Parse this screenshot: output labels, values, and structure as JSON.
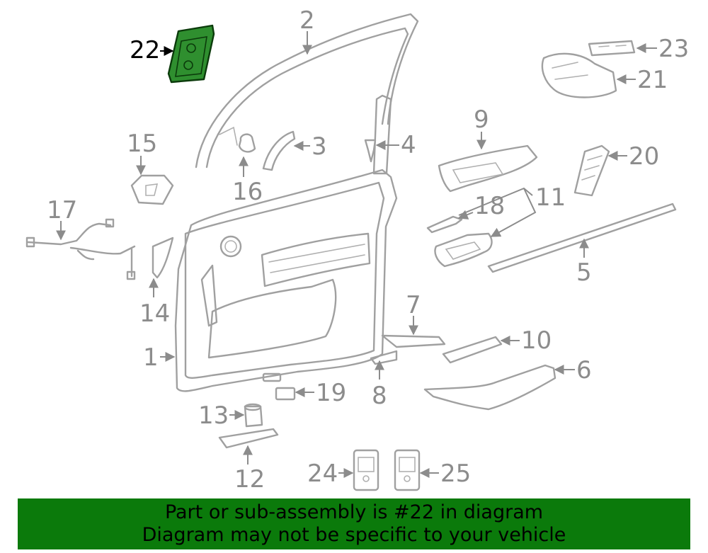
{
  "highlight": {
    "callout": "22",
    "color": "#2f8f2f",
    "outline_color": "#0b3b0b"
  },
  "callouts": {
    "c1": "1",
    "c2": "2",
    "c3": "3",
    "c4": "4",
    "c5": "5",
    "c6": "6",
    "c7": "7",
    "c8": "8",
    "c9": "9",
    "c10": "10",
    "c11": "11",
    "c12": "12",
    "c13": "13",
    "c14": "14",
    "c15": "15",
    "c16": "16",
    "c17": "17",
    "c18": "18",
    "c19": "19",
    "c20": "20",
    "c21": "21",
    "c22": "22",
    "c23": "23",
    "c24": "24",
    "c25": "25"
  },
  "banner": {
    "line1": "Part or sub-assembly is #22 in diagram",
    "line2": "Diagram may not be specific to your vehicle",
    "background": "#0b7a0b"
  },
  "colors": {
    "line_art": "#a0a0a0",
    "callout_text": "#8c8c8c"
  }
}
